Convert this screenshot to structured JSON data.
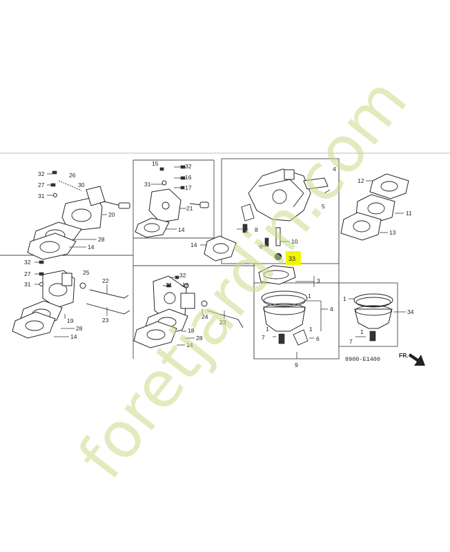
{
  "diagram_code": "8900-E1400",
  "front_label": "FR.",
  "highlighted_part": "33",
  "watermark_text": "foretjardin.com",
  "callouts": {
    "c1": "32",
    "c2": "26",
    "c3": "27",
    "c4": "30",
    "c5": "31",
    "c6": "20",
    "c7": "28",
    "c8": "14",
    "c9": "15",
    "c10": "32",
    "c11": "16",
    "c12": "31",
    "c13": "17",
    "c14": "21",
    "c15": "14",
    "c16": "4",
    "c17": "5",
    "c18": "8",
    "c19": "14",
    "c20": "10",
    "c21": "2",
    "c22": "33",
    "c23": "3",
    "c24": "1",
    "c25": "4",
    "c26": "1",
    "c27": "7",
    "c28": "1",
    "c29": "6",
    "c30": "9",
    "c31": "12",
    "c32": "11",
    "c33": "13",
    "c34": "1",
    "c35": "34",
    "c36": "7",
    "c37": "1",
    "c38": "32",
    "c39": "27",
    "c40": "31",
    "c41": "25",
    "c42": "22",
    "c43": "19",
    "c44": "23",
    "c45": "28",
    "c46": "14",
    "c47": "32",
    "c48": "31",
    "c49": "16",
    "c50": "24",
    "c51": "23",
    "c52": "18",
    "c53": "28",
    "c54": "14"
  }
}
